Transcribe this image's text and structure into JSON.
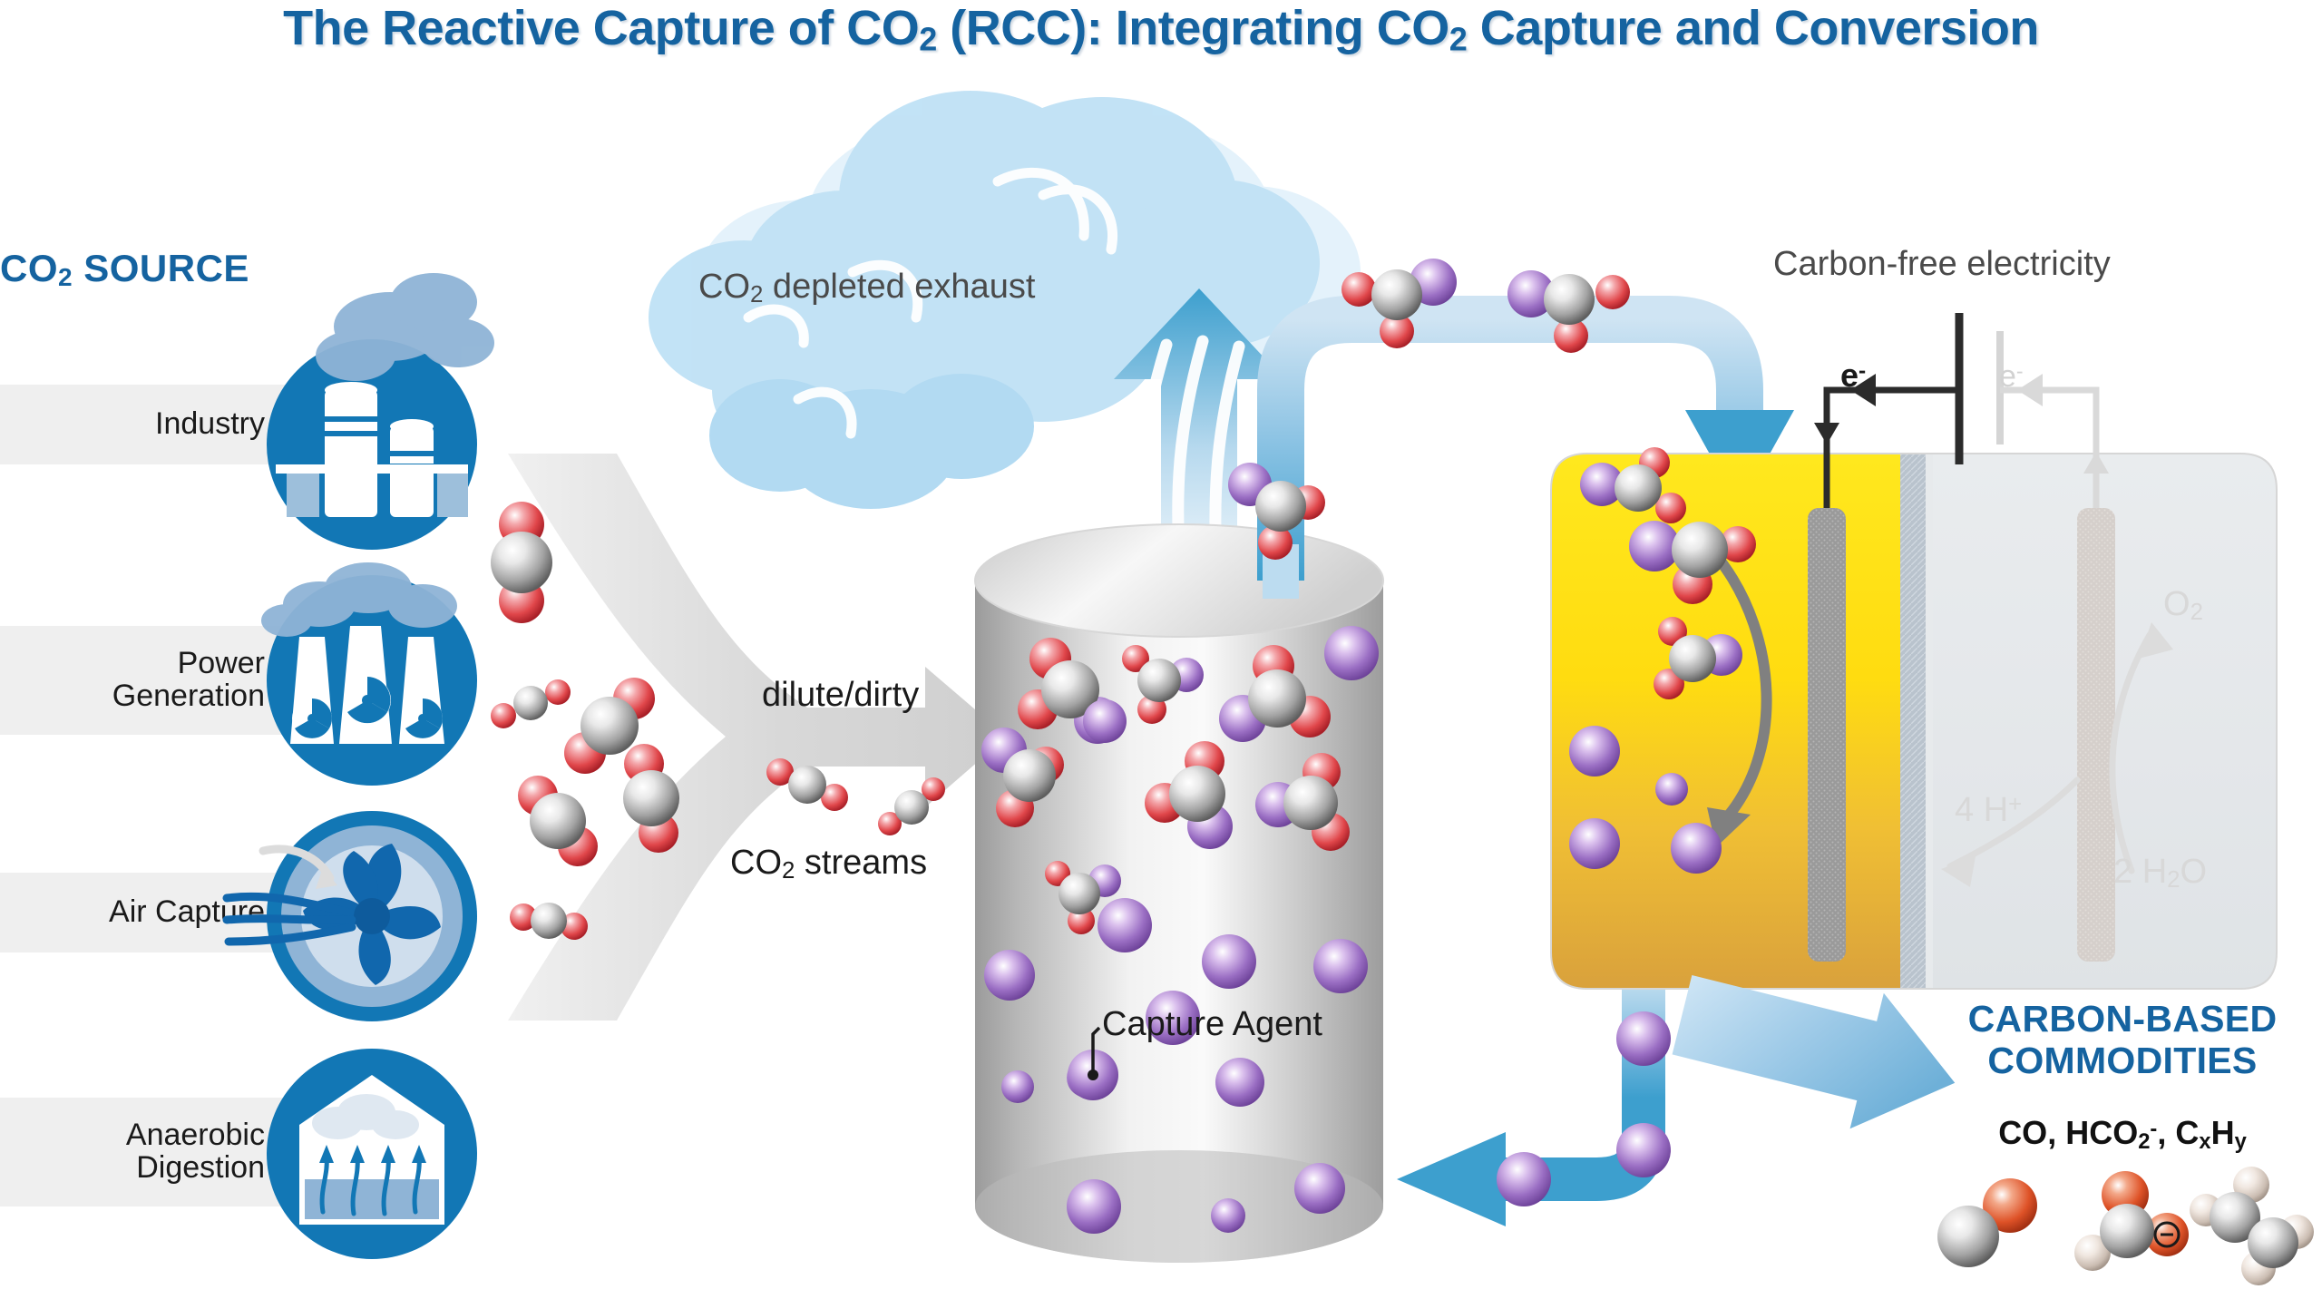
{
  "title": {
    "part1": "The Reactive Capture of CO",
    "sub1": "2",
    "part2": " (RCC): Integrating CO",
    "sub2": "2",
    "part3": " Capture and Conversion",
    "color": "#1563a0"
  },
  "source_section": {
    "heading_pre": "CO",
    "heading_sub": "2",
    "heading_post": " SOURCE",
    "items": [
      {
        "label": "Industry",
        "icon": "factory-smokestacks-icon"
      },
      {
        "label": "Power\nGeneration",
        "line1": "Power",
        "line2": "Generation",
        "icon": "nuclear-cooling-towers-icon"
      },
      {
        "label": "Air Capture",
        "icon": "fan-air-capture-icon"
      },
      {
        "label": "Anaerobic\nDigestion",
        "line1": "Anaerobic",
        "line2": "Digestion",
        "icon": "digester-house-icon"
      }
    ]
  },
  "flow_labels": {
    "exhaust_pre": "CO",
    "exhaust_sub": "2",
    "exhaust_post": " depleted exhaust",
    "dilute_dirty": "dilute/dirty",
    "streams_pre": "CO",
    "streams_sub": "2",
    "streams_post": " streams",
    "capture_agent": "Capture Agent"
  },
  "cell": {
    "carbon_free_electricity": "Carbon-free electricity",
    "electron_label": "e",
    "electron_sup": "-",
    "electron_label_faded": "e",
    "electron_sup_faded": "-",
    "oxygen_pre": "O",
    "oxygen_sub": "2",
    "protons_pre": "4 H",
    "protons_sup": "+",
    "water_pre": "2 H",
    "water_sub": "2",
    "water_post": "O"
  },
  "products": {
    "heading_line1": "CARBON-BASED",
    "heading_line2": "COMMODITIES",
    "species_p1": "CO, HCO",
    "species_sub1": "2",
    "species_sup1": "-",
    "species_p2": ", C",
    "species_subx": "x",
    "species_p3": "H",
    "species_suby": "y",
    "molecules": [
      "carbon-monoxide-molecule",
      "formate-molecule",
      "hydrocarbon-molecule"
    ]
  },
  "colors": {
    "brand_blue": "#1563a0",
    "icon_blue": "#1277b5",
    "pipe_blue": "#3d9fce",
    "cell_yellow": "#ffe81e",
    "cell_amber": "#d9a13c",
    "capture_agent_purple": "#9b6fc4",
    "oxygen_red": "#e0464a",
    "carbon_gray": "#9a9a9a",
    "strip_gray": "#efefef",
    "cloud_blue": "#b8ddf2"
  }
}
